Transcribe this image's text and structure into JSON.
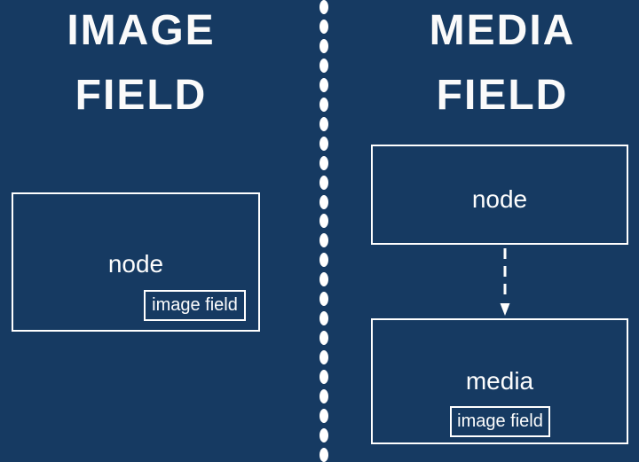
{
  "colors": {
    "background": "#163a62",
    "foreground": "#ffffff"
  },
  "left_panel": {
    "title": {
      "line1": "IMAGE",
      "line2": "FIELD"
    },
    "node_box": {
      "label": "node",
      "field_box": {
        "label": "image field"
      }
    }
  },
  "right_panel": {
    "title": {
      "line1": "MEDIA",
      "line2": "FIELD"
    },
    "node_box": {
      "label": "node"
    },
    "arrow_icon": "dashed-down-arrow",
    "media_box": {
      "label": "media",
      "field_box": {
        "label": "image field"
      }
    }
  },
  "divider": {
    "dot_count": 24
  }
}
